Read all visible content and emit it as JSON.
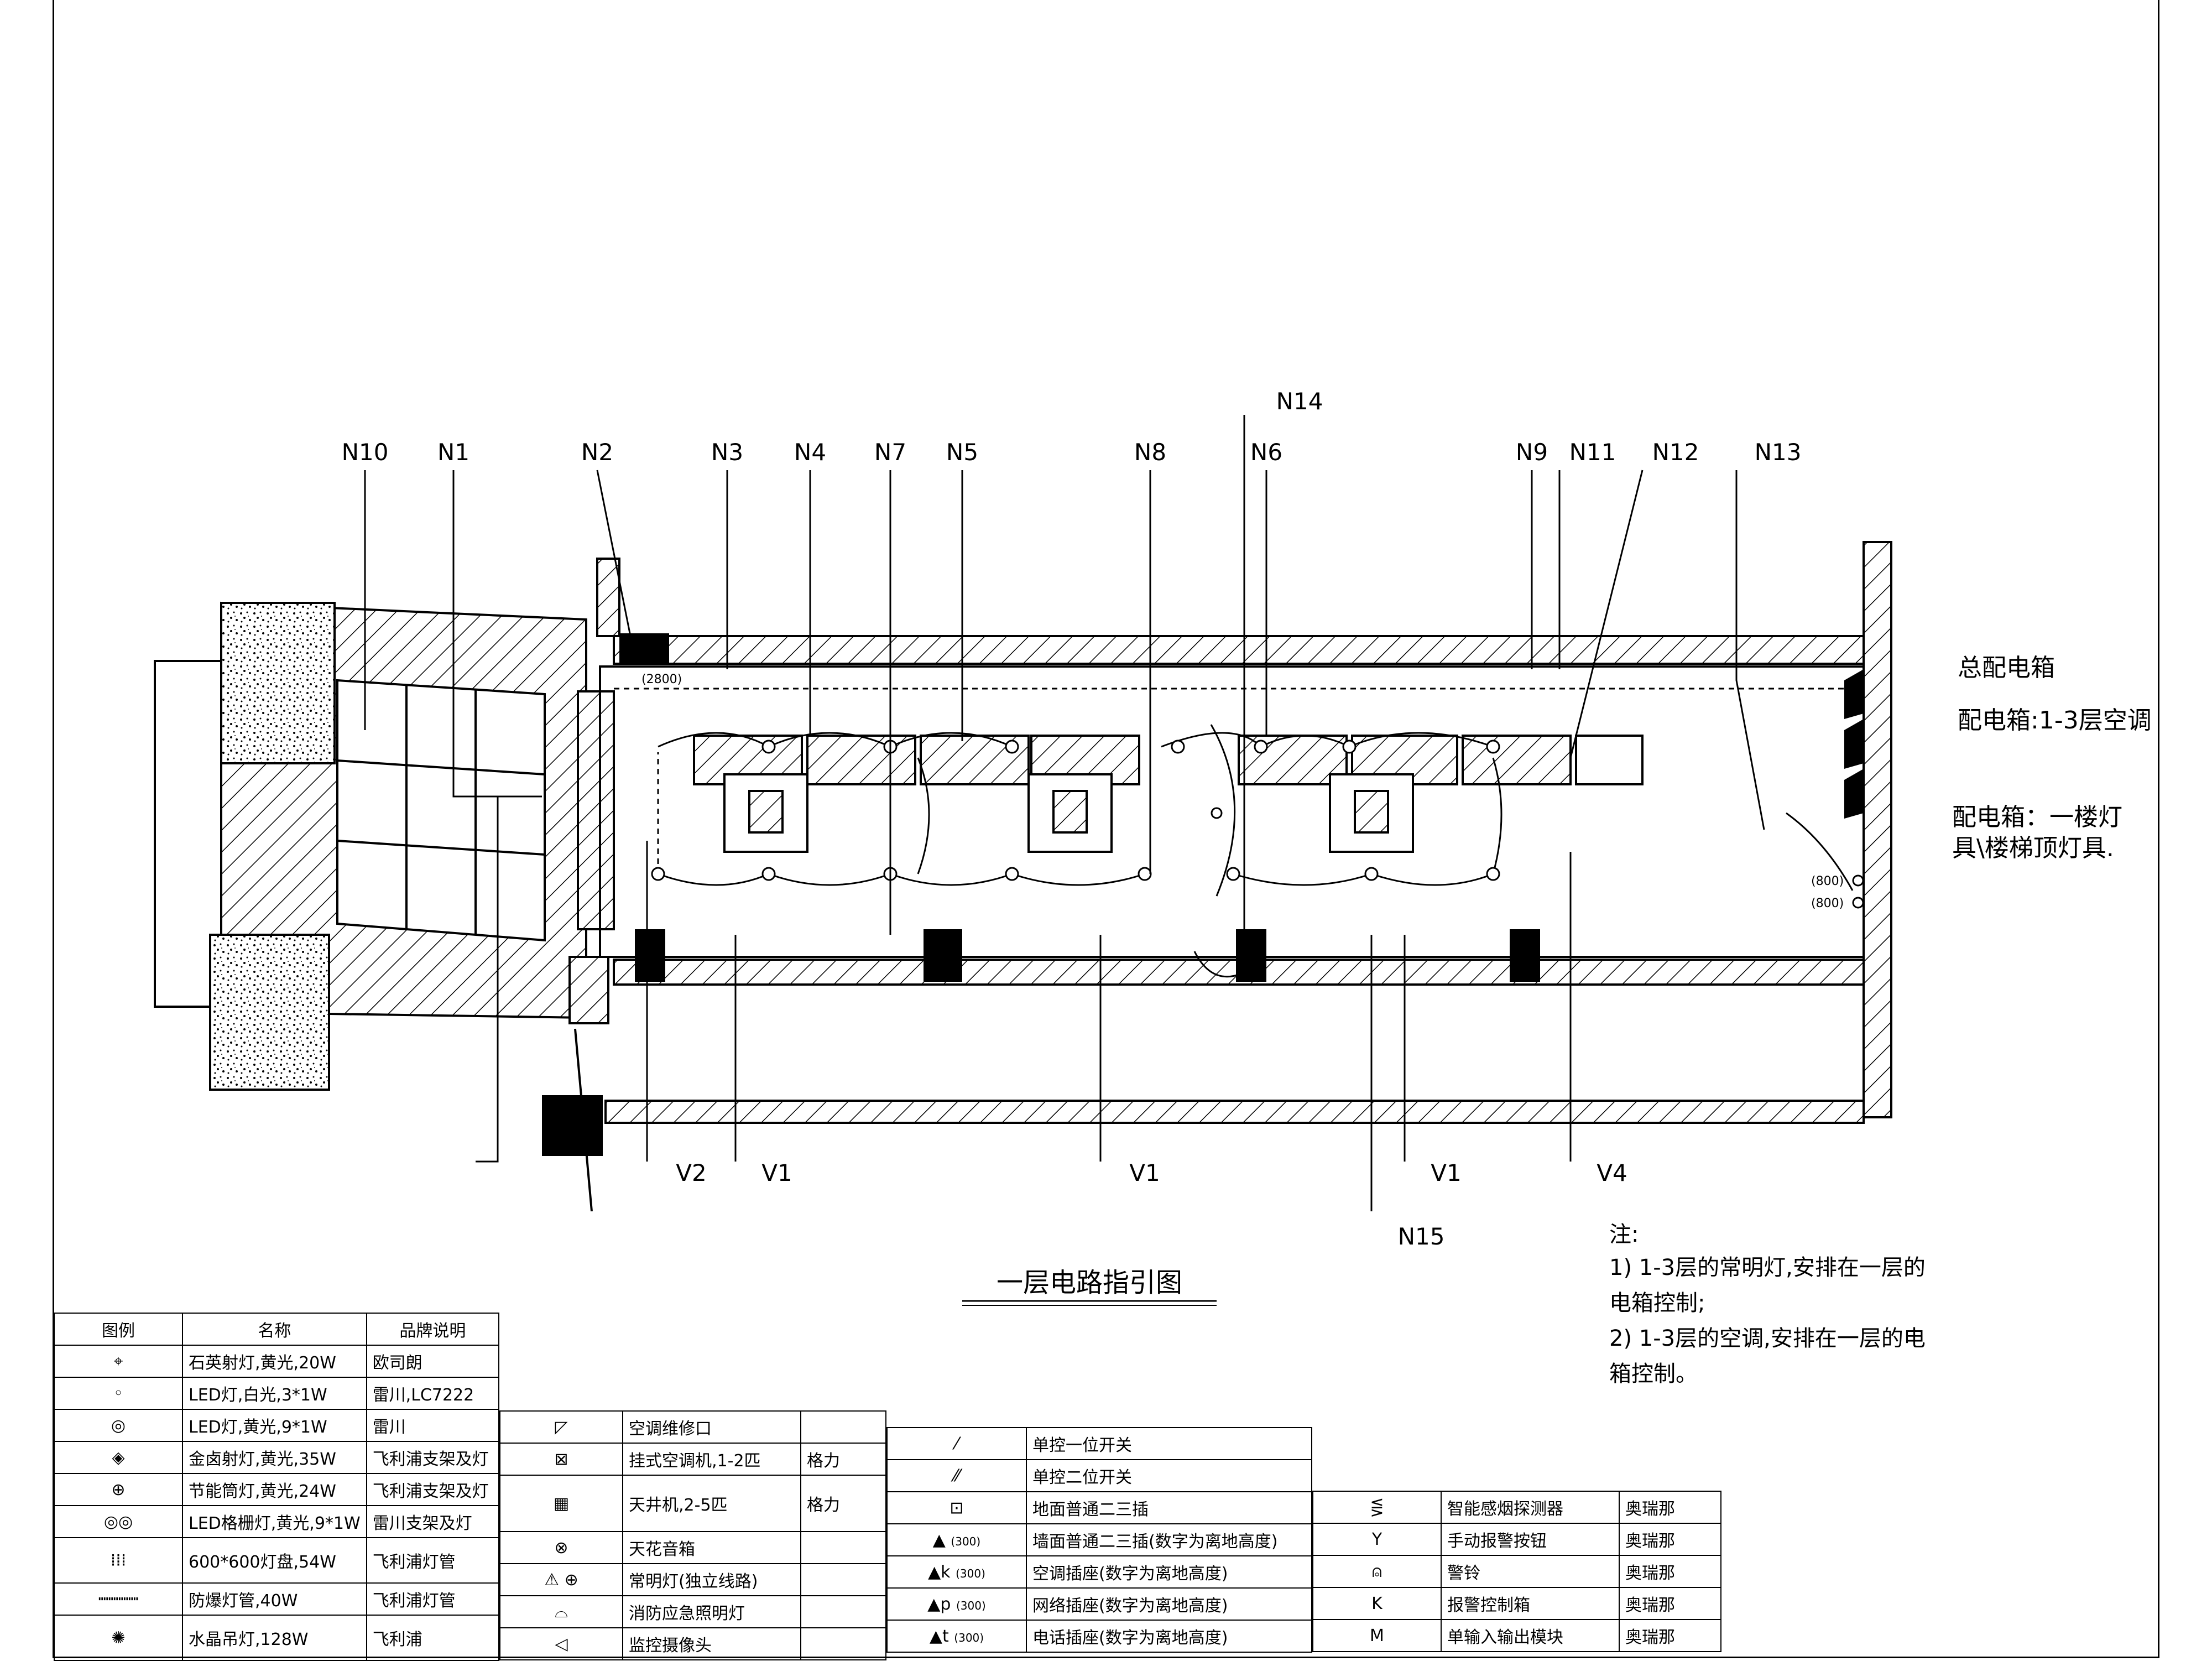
{
  "title": "一层电路指引图",
  "circuit_labels_top": [
    "N10",
    "N1",
    "N2",
    "N3",
    "N4",
    "N7",
    "N5",
    "N8",
    "N6",
    "N9",
    "N11",
    "N12",
    "N13",
    "N14"
  ],
  "circuit_labels_bottom": [
    "V2",
    "V1",
    "V1",
    "V1",
    "V4",
    "N15"
  ],
  "dim_tags": [
    "(2800)",
    "(800)",
    "(800)"
  ],
  "panels": {
    "main": "总配电箱",
    "ac": "配电箱:1-3层空调",
    "lighting": "配电箱：一楼灯\n具\\楼梯顶灯具."
  },
  "notes": {
    "heading": "注:",
    "body": "1) 1-3层的常明灯,安排在一层的\n电箱控制;\n2) 1-3层的空调,安排在一层的电\n箱控制。"
  },
  "legend1": {
    "headers": [
      "图例",
      "名称",
      "品牌说明"
    ],
    "rows": [
      {
        "icon": "quartz-spotlight-icon",
        "glyph": "⌖",
        "name": "石英射灯,黄光,20W",
        "brand": "欧司朗"
      },
      {
        "icon": "led-white-icon",
        "glyph": "◦",
        "name": "LED灯,白光,3*1W",
        "brand": "雷川,LC7222"
      },
      {
        "icon": "led-yellow-icon",
        "glyph": "◎",
        "name": "LED灯,黄光,9*1W",
        "brand": "雷川"
      },
      {
        "icon": "halide-spotlight-icon",
        "glyph": "◈",
        "name": "金卤射灯,黄光,35W",
        "brand": "飞利浦支架及灯"
      },
      {
        "icon": "downlight-icon",
        "glyph": "⊕",
        "name": "节能筒灯,黄光,24W",
        "brand": "飞利浦支架及灯"
      },
      {
        "icon": "led-grille-icon",
        "glyph": "◎◎",
        "name": "LED格栅灯,黄光,9*1W",
        "brand": "雷川支架及灯"
      },
      {
        "icon": "panel-light-icon",
        "glyph": "⁞⁞⁞",
        "name": "600*600灯盘,54W",
        "brand": "飞利浦灯管"
      },
      {
        "icon": "explosion-proof-tube-icon",
        "glyph": "┉┉┉┉",
        "name": "防爆灯管,40W",
        "brand": "飞利浦灯管"
      },
      {
        "icon": "chandelier-icon",
        "glyph": "✺",
        "name": "水晶吊灯,128W",
        "brand": "飞利浦"
      }
    ]
  },
  "legend2": {
    "rows": [
      {
        "icon": "ac-access-icon",
        "glyph": "◸",
        "name": "空调维修口",
        "brand": ""
      },
      {
        "icon": "wall-ac-icon",
        "glyph": "⊠",
        "name": "挂式空调机,1-2匹",
        "brand": "格力"
      },
      {
        "icon": "cassette-ac-icon",
        "glyph": "▦",
        "name": "天井机,2-5匹",
        "brand": "格力"
      },
      {
        "icon": "ceiling-speaker-icon",
        "glyph": "⊗",
        "name": "天花音箱",
        "brand": ""
      },
      {
        "icon": "constant-light-icon",
        "glyph": "⚠ ⊕",
        "name": "常明灯(独立线路)",
        "brand": ""
      },
      {
        "icon": "emergency-light-icon",
        "glyph": "⌓",
        "name": "消防应急照明灯",
        "brand": ""
      },
      {
        "icon": "camera-icon",
        "glyph": "◁",
        "name": "监控摄像头",
        "brand": ""
      }
    ]
  },
  "legend3": {
    "rows": [
      {
        "icon": "single-switch-icon",
        "glyph": "⁄",
        "tag": "",
        "name": "单控一位开关"
      },
      {
        "icon": "double-switch-icon",
        "glyph": "⁄⁄",
        "tag": "",
        "name": "单控二位开关"
      },
      {
        "icon": "floor-socket-icon",
        "glyph": "⊡",
        "tag": "",
        "name": "地面普通二三插"
      },
      {
        "icon": "wall-socket-icon",
        "glyph": "▲",
        "tag": "(300)",
        "name": "墙面普通二三插(数字为离地高度)"
      },
      {
        "icon": "ac-socket-icon",
        "glyph": "▲k",
        "tag": "(300)",
        "name": "空调插座(数字为离地高度)"
      },
      {
        "icon": "network-socket-icon",
        "glyph": "▲p",
        "tag": "(300)",
        "name": "网络插座(数字为离地高度)"
      },
      {
        "icon": "phone-socket-icon",
        "glyph": "▲t",
        "tag": "(300)",
        "name": "电话插座(数字为离地高度)"
      }
    ]
  },
  "legend4": {
    "rows": [
      {
        "icon": "smoke-detector-icon",
        "glyph": "⋚",
        "name": "智能感烟探测器",
        "brand": "奥瑞那"
      },
      {
        "icon": "manual-alarm-icon",
        "glyph": "Y",
        "name": "手动报警按钮",
        "brand": "奥瑞那"
      },
      {
        "icon": "alarm-bell-icon",
        "glyph": "⍝",
        "name": "警铃",
        "brand": "奥瑞那"
      },
      {
        "icon": "alarm-control-box-icon",
        "glyph": "K",
        "name": "报警控制箱",
        "brand": "奥瑞那"
      },
      {
        "icon": "io-module-icon",
        "glyph": "M",
        "name": "单输入输出模块",
        "brand": "奥瑞那"
      }
    ]
  }
}
